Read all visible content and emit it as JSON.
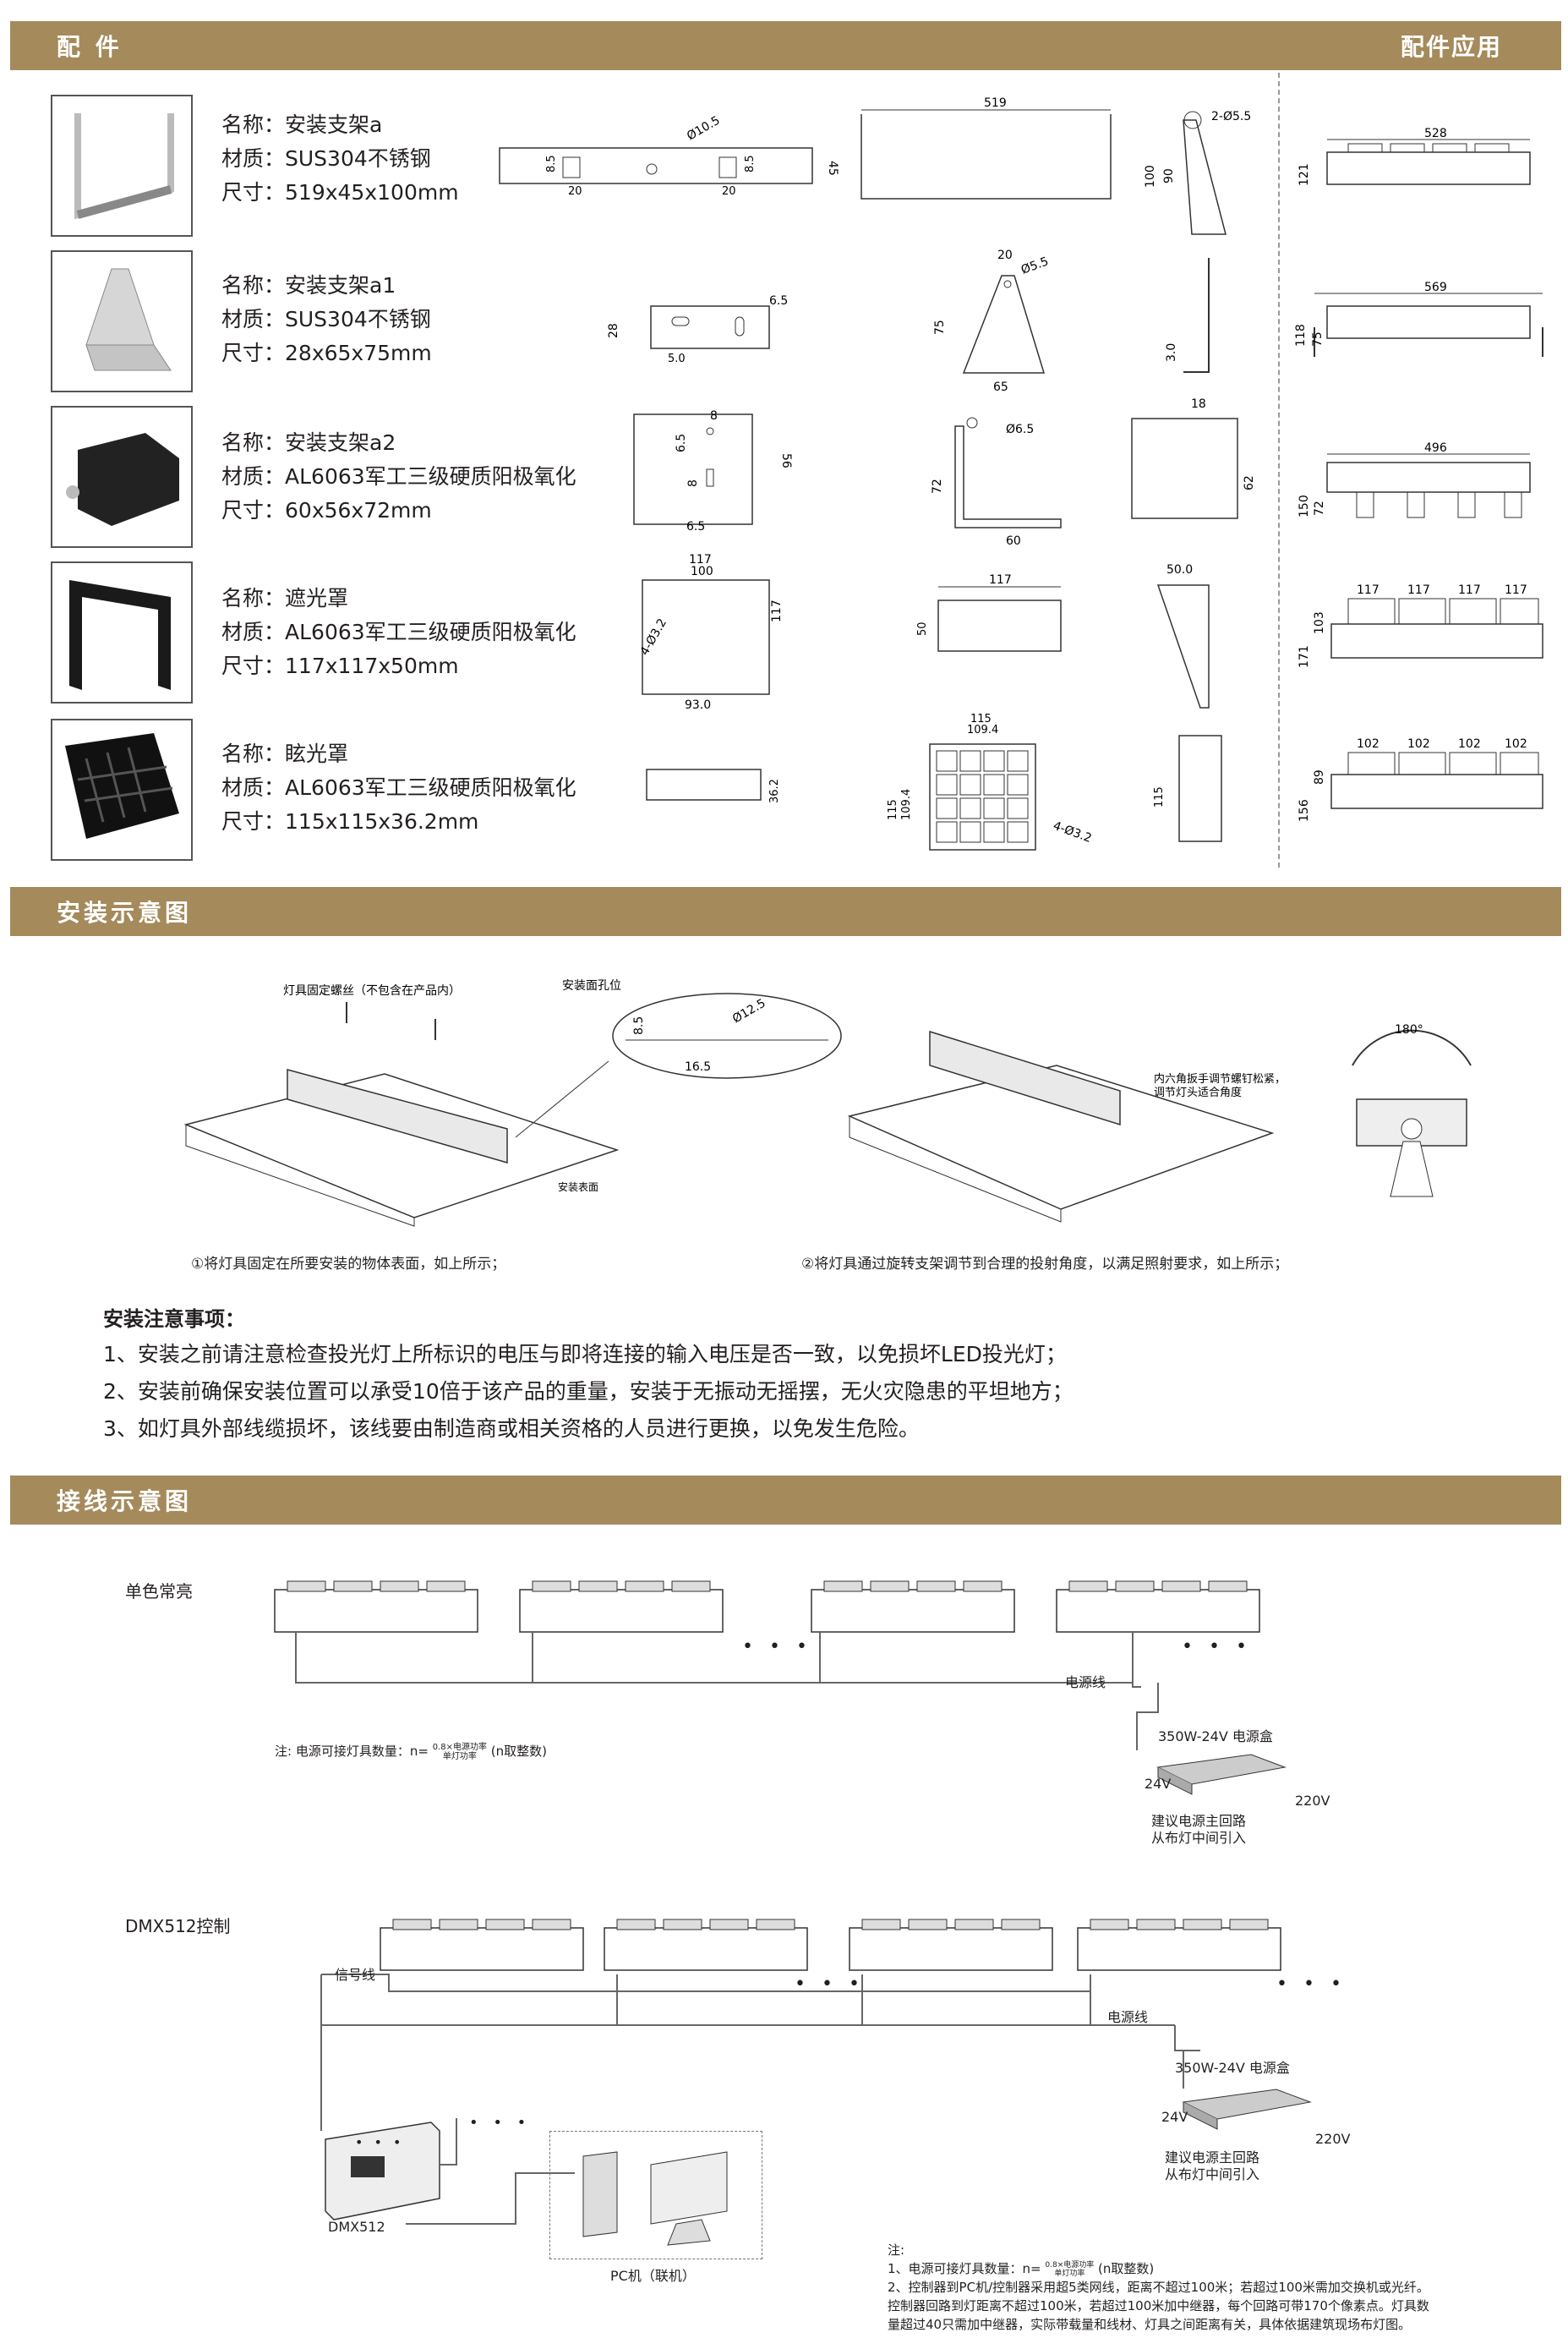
{
  "headers": {
    "accessories": "配 件",
    "application": "配件应用",
    "install": "安装示意图",
    "wiring": "接线示意图"
  },
  "labels": {
    "name": "名称：",
    "material": "材质：",
    "size": "尺寸："
  },
  "accessories": [
    {
      "name": "安装支架a",
      "material": "SUS304不锈钢",
      "size": "519x45x100mm"
    },
    {
      "name": "安装支架a1",
      "material": "SUS304不锈钢",
      "size": "28x65x75mm"
    },
    {
      "name": "安装支架a2",
      "material": "AL6063军工三级硬质阳极氧化",
      "size": "60x56x72mm"
    },
    {
      "name": "遮光罩",
      "material": "AL6063军工三级硬质阳极氧化",
      "size": "117x117x50mm"
    },
    {
      "name": "眩光罩",
      "material": "AL6063军工三级硬质阳极氧化",
      "size": "115x115x36.2mm"
    }
  ],
  "dims": {
    "r1": {
      "d1": "Ø10.5",
      "d2": "8.5",
      "d3": "20",
      "d4": "20",
      "d5": "8.5",
      "d6": "45",
      "w": "519",
      "h1": "100",
      "h2": "90",
      "d7": "2-Ø5.5",
      "app_w": "528",
      "app_h": "121"
    },
    "r2": {
      "a": "6.5",
      "b": "28",
      "c": "5.0",
      "d": "20",
      "e": "Ø5.5",
      "f": "75",
      "g": "65",
      "h": "3.0",
      "app_w": "569",
      "app_h1": "118",
      "app_h2": "75"
    },
    "r3": {
      "a": "8",
      "b": "6.5",
      "c": "8",
      "d": "56",
      "e": "6.5",
      "f": "Ø6.5",
      "g": "72",
      "h": "60",
      "i": "18",
      "j": "62",
      "app_w": "496",
      "app_h1": "150",
      "app_h2": "72"
    },
    "r4": {
      "a": "117",
      "b": "100",
      "c": "4-Ø3.2",
      "d": "117",
      "e": "93.0",
      "f": "117",
      "g": "50",
      "h": "50.0",
      "app": [
        "117",
        "117",
        "117",
        "117"
      ],
      "app_h1": "171",
      "app_h2": "103"
    },
    "r5": {
      "a": "36.2",
      "b": "115",
      "c": "109.4",
      "d": "115",
      "e": "109.4",
      "f": "4-Ø3.2",
      "g": "115",
      "app": [
        "102",
        "102",
        "102",
        "102"
      ],
      "app_h1": "156",
      "app_h2": "89"
    }
  },
  "install": {
    "screw_label": "灯具固定螺丝（不包含在产品内）",
    "hole_label": "安装面孔位",
    "surface_label": "安装表面",
    "hole_d1": "8.5",
    "hole_d2": "Ø12.5",
    "hole_d3": "16.5",
    "hex_label1": "内六角扳手调节螺钉松紧，",
    "hex_label2": "调节灯头适合角度",
    "angle": "180°",
    "caption1": "①将灯具固定在所要安装的物体表面，如上所示；",
    "caption2": "②将灯具通过旋转支架调节到合理的投射角度，以满足照射要求，如上所示；"
  },
  "notes": {
    "title": "安装注意事项：",
    "items": [
      "1、安装之前请注意检查投光灯上所标识的电压与即将连接的输入电压是否一致，以免损坏LED投光灯；",
      "2、安装前确保安装位置可以承受10倍于该产品的重量，安装于无振动无摇摆，无火灾隐患的平坦地方；",
      "3、如灯具外部线缆损坏，该线要由制造商或相关资格的人员进行更换，以免发生危险。"
    ]
  },
  "wiring": {
    "single": "单色常亮",
    "power_line": "电源线",
    "psu": "350W-24V 电源盒",
    "v24": "24V",
    "v220": "220V",
    "advice1": "建议电源主回路",
    "advice2": "从布灯中间引入",
    "formula_pre": "注:  电源可接灯具数量：n=",
    "formula_num": "0.8×电源功率",
    "formula_den": "单灯功率",
    "formula_post": "(n取整数)",
    "dmx": "DMX512控制",
    "signal_line": "信号线",
    "dmx_label": "DMX512",
    "pc_label": "PC机（联机）",
    "dots": "• • •",
    "note_title": "注:",
    "note1_pre": "1、电源可接灯具数量：n=",
    "note1_post": "(n取整数)",
    "note2a": "2、控制器到PC机/控制器采用超5类网线，距离不超过100米；若超过100米需加交换机或光纤。",
    "note2b": "控制器回路到灯距离不超过100米，若超过100米加中继器，每个回路可带170个像素点。灯具数",
    "note2c": "量超过40只需加中继器，实际带载量和线材、灯具之间距离有关，具体依据建筑现场布灯图。"
  }
}
